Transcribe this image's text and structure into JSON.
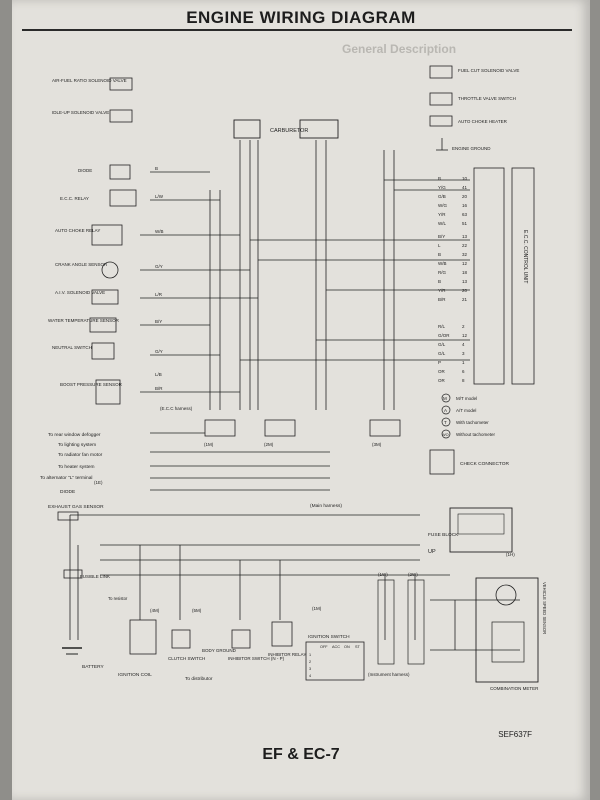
{
  "header": {
    "title": "ENGINE WIRING DIAGRAM",
    "background_heading": "General Description"
  },
  "components": {
    "air_fuel_ratio_valve": "AIR-FUEL RATIO SOLENOID VALVE",
    "idle_up_valve": "IDLE-UP SOLENOID VALVE",
    "carburetor": "CARBURETOR",
    "fuel_cut_valve": "FUEL CUT SOLENOID VALVE",
    "throttle_valve_switch": "THROTTLE VALVE SWITCH",
    "auto_choke_heater": "AUTO CHOKE HEATER",
    "engine_ground": "ENGINE GROUND",
    "diode": "DIODE",
    "ecc_relay": "E.C.C. RELAY",
    "auto_choke_relay": "AUTO CHOKE RELAY",
    "crank_angle_sensor": "CRANK ANGLE SENSOR",
    "aiv_valve": "A.I.V. SOLENOID VALVE",
    "water_temp_sensor": "WATER TEMPERATURE SENSOR",
    "neutral_switch": "NEUTRAL SWITCH",
    "boost_pressure_sensor": "BOOST PRESSURE SENSOR",
    "ecc_harness": "(E.C.C harness)",
    "ecc_control_unit": "E.C.C. CONTROL UNIT",
    "exhaust_gas_sensor": "EXHAUST GAS SENSOR",
    "fusible_link": "FUSIBLE LINK",
    "battery": "BATTERY",
    "to_rear_window_defogger": "To rear window defogger",
    "to_lighting_system": "To lighting system",
    "to_radiator_fan_motor": "To radiator fan motor",
    "to_heater_system": "To heater system",
    "to_alternator": "To alternator \"L\" terminal",
    "diode2": "DIODE",
    "main_harness": "(Main harness)",
    "fuse_block": "FUSE BLOCK",
    "up_arrow": "UP",
    "check_connector": "CHECK CONNECTOR",
    "clutch_switch": "CLUTCH SWITCH",
    "body_ground": "BODY GROUND",
    "inhibitor_switch": "INHIBITOR SWITCH (N - P)",
    "inhibitor_relay": "INHIBITOR RELAY",
    "ignition_switch": "IGNITION SWITCH",
    "ignition_coil": "IGNITION COIL",
    "to_distributor": "To distributor",
    "to_resistor": "To resistor",
    "instrument_harness": "(Instrument harness)",
    "vehicle_speed_sensor": "VEHICLE SPEED SENSOR",
    "combination_meter": "COMBINATION METER"
  },
  "legend": [
    {
      "symbol": "M",
      "label": "M/T model"
    },
    {
      "symbol": "A",
      "label": "A/T model"
    },
    {
      "symbol": "T",
      "label": "With tachometer"
    },
    {
      "symbol": "WO",
      "label": "Without tachometer"
    }
  ],
  "ignition_table": {
    "headers": [
      "OFF",
      "ACC",
      "ON",
      "ST"
    ],
    "rows": [
      "1",
      "2",
      "3",
      "4"
    ]
  },
  "ecu_pins": [
    {
      "color": "B",
      "pin": "10"
    },
    {
      "color": "Y/G",
      "pin": "41"
    },
    {
      "color": "G/B",
      "pin": "20"
    },
    {
      "color": "W/G",
      "pin": "16"
    },
    {
      "color": "Y/R",
      "pin": "63"
    },
    {
      "color": "W/L",
      "pin": "51"
    },
    {
      "color": "B/Y",
      "pin": "13"
    },
    {
      "color": "L",
      "pin": "22"
    },
    {
      "color": "B",
      "pin": "32"
    },
    {
      "color": "W/B",
      "pin": "12"
    },
    {
      "color": "R/G",
      "pin": "18"
    },
    {
      "color": "B",
      "pin": "13"
    },
    {
      "color": "Y/R",
      "pin": "20"
    },
    {
      "color": "B/R",
      "pin": "21"
    },
    {
      "color": "R/L",
      "pin": "2"
    },
    {
      "color": "G/OR",
      "pin": "12"
    },
    {
      "color": "G/L",
      "pin": "4"
    },
    {
      "color": "G/L",
      "pin": "3"
    },
    {
      "color": "P",
      "pin": "1"
    },
    {
      "color": "OR",
      "pin": "6"
    },
    {
      "color": "OR",
      "pin": "8"
    }
  ],
  "left_wires": [
    {
      "label": "B"
    },
    {
      "label": "L/W"
    },
    {
      "label": "W/B"
    },
    {
      "label": "G/Y"
    },
    {
      "label": "L/R"
    },
    {
      "label": "B/Y"
    },
    {
      "label": "G/Y"
    },
    {
      "label": "L/B"
    },
    {
      "label": "B/R"
    }
  ],
  "connector_ids": [
    "(1M)",
    "(2M)",
    "(3M)",
    "(4M)",
    "(5M)",
    "(1W)",
    "(2W)",
    "(1E)",
    "(1H)",
    "(1M)"
  ],
  "footer": {
    "page_code": "EF & EC-7",
    "figure_code": "SEF637F"
  }
}
